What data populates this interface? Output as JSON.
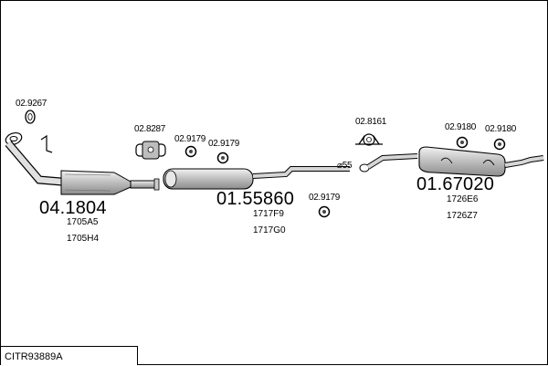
{
  "diagram": {
    "parts": {
      "clamp_a": "02.9267",
      "front_pipe": "04.1804",
      "front_pipe_refs": [
        "1705A5",
        "1705H4"
      ],
      "mount_a": "02.8287",
      "mount_b": "02.9179",
      "mount_c": "02.9179",
      "middle_silencer": "01.55860",
      "middle_refs": [
        "1717F9",
        "1717G0"
      ],
      "mount_d": "02.9179",
      "diameter": "⌀55",
      "clamp_b": "02.8161",
      "mount_e": "02.9180",
      "mount_f": "02.9180",
      "rear_silencer": "01.67020",
      "rear_refs": [
        "1726E6",
        "1726Z7"
      ]
    },
    "footer": {
      "code": "CITR93889A"
    },
    "colors": {
      "line": "#000000",
      "part_fill": "#d9d9d9",
      "background": "#ffffff"
    }
  }
}
